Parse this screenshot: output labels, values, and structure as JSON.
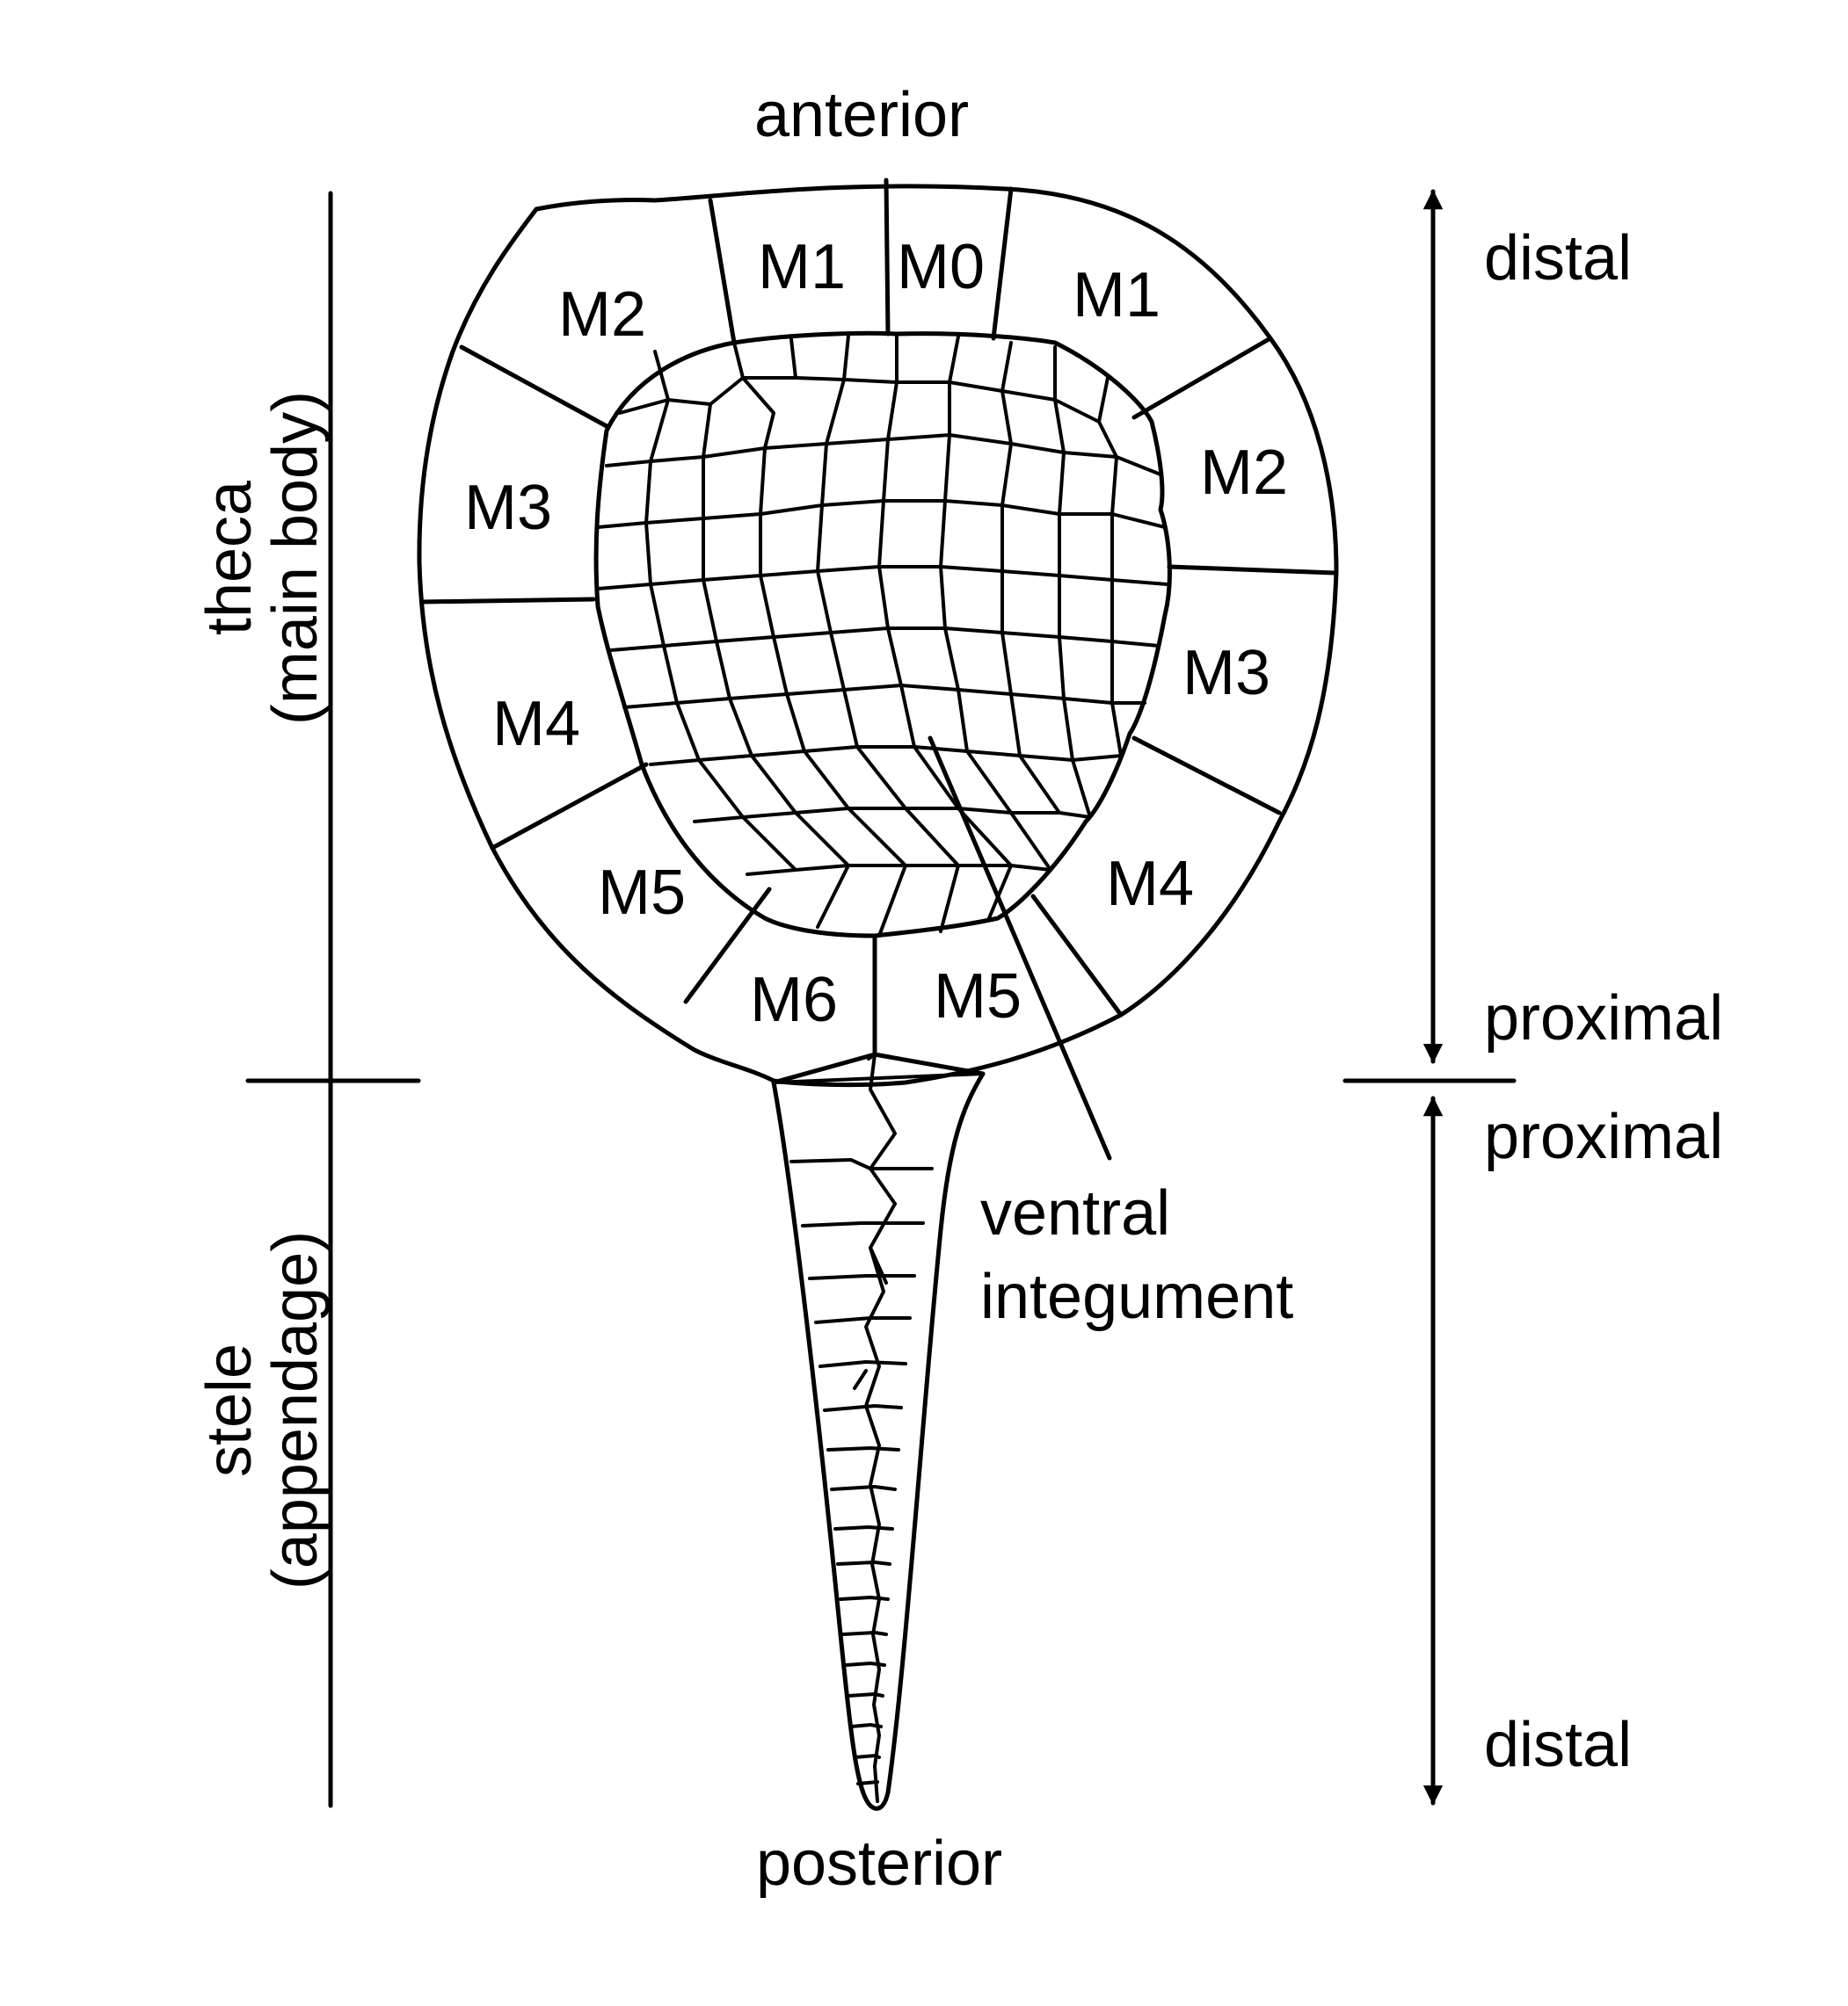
{
  "orientation": {
    "top": "anterior",
    "bottom": "posterior"
  },
  "regions": {
    "theca_line1": "theca",
    "theca_line2": "(main body)",
    "stele_line1": "stele",
    "stele_line2": "(appendage)"
  },
  "axis": {
    "upper_top": "distal",
    "upper_bottom": "proximal",
    "lower_top": "proximal",
    "lower_bottom": "distal"
  },
  "plates": {
    "m0": "M0",
    "m1_left": "M1",
    "m1_right": "M1",
    "m2_left": "M2",
    "m2_right": "M2",
    "m3_left": "M3",
    "m3_right": "M3",
    "m4_left": "M4",
    "m4_right": "M4",
    "m5_left": "M5",
    "m5_right": "M5",
    "m6": "M6"
  },
  "callout": {
    "line1": "ventral",
    "line2": "integument"
  },
  "colors": {
    "ink": "#000000",
    "background": "#ffffff"
  }
}
